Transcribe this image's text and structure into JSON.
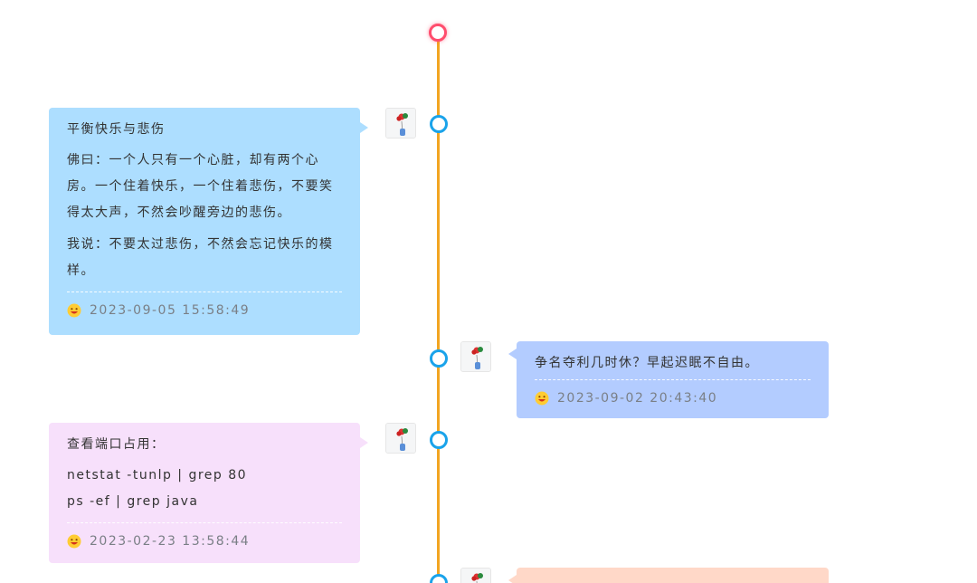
{
  "colors": {
    "timeline": "#f2a521",
    "start_node": "#ff4d6d",
    "node": "#1aa3ea",
    "card_blue": "#addeff",
    "card_periwinkle": "#b3ccff",
    "card_pink": "#f7e0fb",
    "card_peach": "#ffd8c8"
  },
  "entries": [
    {
      "title": "平衡快乐与悲伤",
      "paragraphs": [
        "佛曰：一个人只有一个心脏，却有两个心房。一个住着快乐，一个住着悲伤，不要笑得太大声，不然会吵醒旁边的悲伤。",
        "我说：不要太过悲伤，不然会忘记快乐的模样。"
      ],
      "timestamp": "2023-09-05 15:58:49",
      "icon": "smile-emoji-icon"
    },
    {
      "title": "争名夺利几时休？早起迟眠不自由。",
      "paragraphs": [],
      "timestamp": "2023-09-02 20:43:40",
      "icon": "smile-emoji-icon"
    },
    {
      "title": "查看端口占用：",
      "paragraphs": [
        "netstat -tunlp | grep 80",
        "ps -ef | grep java"
      ],
      "timestamp": "2023-02-23 13:58:44",
      "icon": "smile-emoji-icon"
    }
  ]
}
